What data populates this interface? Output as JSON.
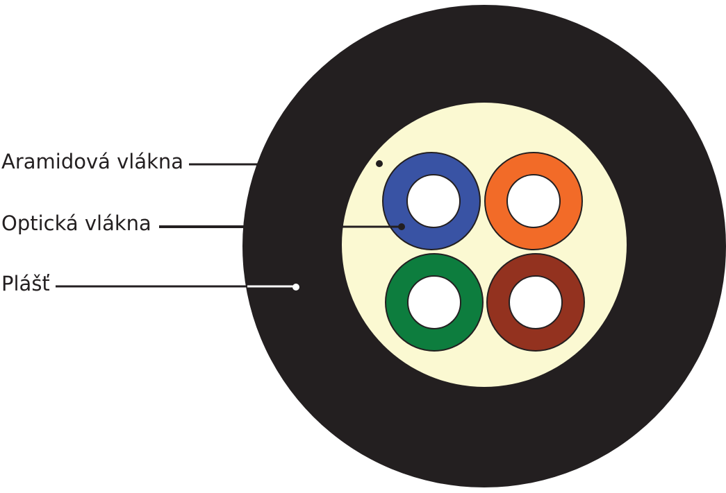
{
  "labels": {
    "aramid": "Aramidová vlákna",
    "optic": "Optická vlákna",
    "jacket": "Plášť"
  },
  "colors": {
    "jacket": "#231f20",
    "aramid_fill": "#fbf9d2",
    "fiber_core": "#ffffff",
    "fiber_blue": "#3953a4",
    "fiber_orange": "#f26b28",
    "fiber_green": "#0d7d3e",
    "fiber_brown": "#93321f",
    "leader_line": "#231f20",
    "leader_line_light": "#ffffff"
  },
  "fibers": [
    {
      "id": "blue",
      "color_key": "fiber_blue"
    },
    {
      "id": "orange",
      "color_key": "fiber_orange"
    },
    {
      "id": "green",
      "color_key": "fiber_green"
    },
    {
      "id": "brown",
      "color_key": "fiber_brown"
    }
  ]
}
